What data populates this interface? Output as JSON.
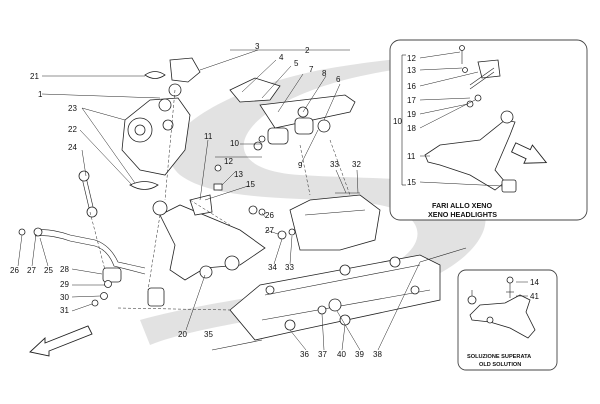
{
  "callouts": {
    "n1": "1",
    "n2": "2",
    "n3": "3",
    "n4": "4",
    "n5": "5",
    "n6": "6",
    "n7": "7",
    "n8": "8",
    "n9": "9",
    "n10": "10",
    "n11": "11",
    "n12": "12",
    "n13": "13",
    "n15": "15",
    "n20": "20",
    "n21": "21",
    "n22": "22",
    "n23": "23",
    "n24": "24",
    "n25": "25",
    "n26": "26",
    "n27": "27",
    "n28": "28",
    "n29": "29",
    "n30": "30",
    "n31": "31",
    "n32": "32",
    "n33": "33",
    "n34": "34",
    "n35": "35",
    "n36": "36",
    "n37": "37",
    "n38": "38",
    "n39": "39",
    "n40": "40",
    "n26b": "26",
    "n27b": "27",
    "n33b": "33"
  },
  "inset_xeno": {
    "caption_line1": "FARI ALLO XENO",
    "caption_line2": "XENO HEADLIGHTS",
    "n10": "10",
    "n11": "11",
    "n12": "12",
    "n13": "13",
    "n15": "15",
    "n16": "16",
    "n17": "17",
    "n18": "18",
    "n19": "19"
  },
  "inset_old": {
    "caption_line1": "SOLUZIONE SUPERATA",
    "caption_line2": "OLD SOLUTION",
    "n14": "14",
    "n41": "41"
  },
  "colors": {
    "watermark": "#d6d6d6",
    "line": "#222222"
  }
}
